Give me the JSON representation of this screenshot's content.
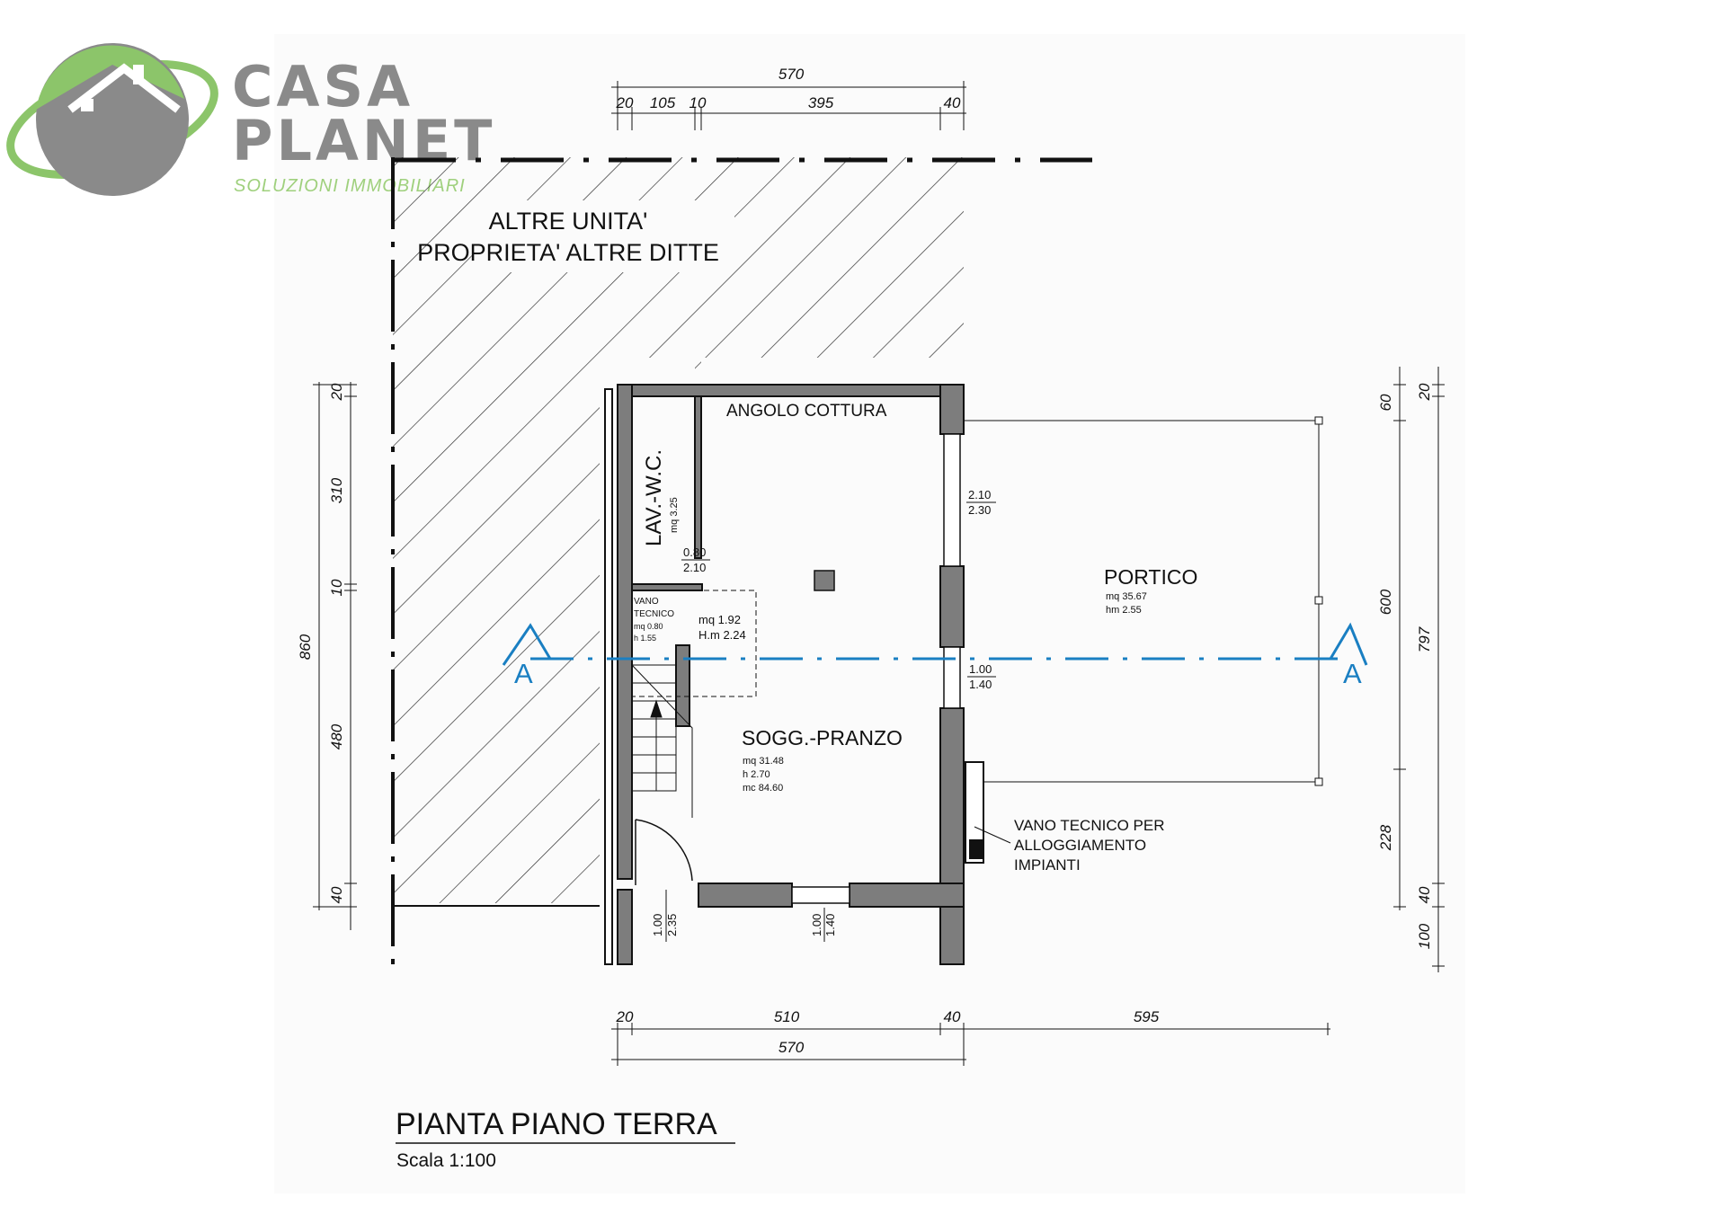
{
  "logo": {
    "line1": "CASA",
    "line2": "PLANET",
    "tagline": "SOLUZIONI IMMOBILIARI",
    "colors": {
      "green": "#8cc56a",
      "gray": "#8a8a8a"
    }
  },
  "drawing": {
    "title": "PIANTA PIANO TERRA",
    "scale": "Scala 1:100"
  },
  "labels": {
    "other_units_line1": "ALTRE UNITA'",
    "other_units_line2": "PROPRIETA' ALTRE DITTE",
    "kitchen": "ANGOLO COTTURA",
    "wc": "LAV.-W.C.",
    "wc_area": "mq 3.25",
    "tech_room_line1": "VANO",
    "tech_room_line2": "TECNICO",
    "tech_room_area": "mq 0.80",
    "tech_room_height": "h 1.55",
    "stair_area": "mq 1.92",
    "stair_height": "H.m 2.24",
    "living": "SOGG.-PRANZO",
    "living_area": "mq 31.48",
    "living_height": "h 2.70",
    "living_volume": "mc 84.60",
    "portico": "PORTICO",
    "portico_area": "mq 35.67",
    "portico_height": "hm 2.55",
    "tech_note_line1": "VANO TECNICO PER",
    "tech_note_line2": "ALLOGGIAMENTO",
    "tech_note_line3": "IMPIANTI",
    "section_mark": "A"
  },
  "openings": {
    "wc_door_w": "0.80",
    "wc_door_h": "2.10",
    "east_window_w": "2.10",
    "east_window_h": "2.30",
    "east_door_w": "1.00",
    "east_door_h": "1.40",
    "entry_w": "1.00",
    "entry_h": "2.35",
    "south_window_w": "1.00",
    "south_window_h": "1.40"
  },
  "dimensions": {
    "top_total": "570",
    "top_1": "20",
    "top_2": "105",
    "top_3": "10",
    "top_4": "395",
    "top_5": "40",
    "bottom_1": "20",
    "bottom_2": "510",
    "bottom_3": "40",
    "bottom_4": "595",
    "bottom_total": "570",
    "left_total": "860",
    "left_1": "20",
    "left_2": "310",
    "left_3": "10",
    "left_4": "480",
    "left_5": "40",
    "right_a1": "60",
    "right_a2": "600",
    "right_a3": "228",
    "right_b1": "20",
    "right_b2": "797",
    "right_b3": "40",
    "right_b4": "100"
  }
}
